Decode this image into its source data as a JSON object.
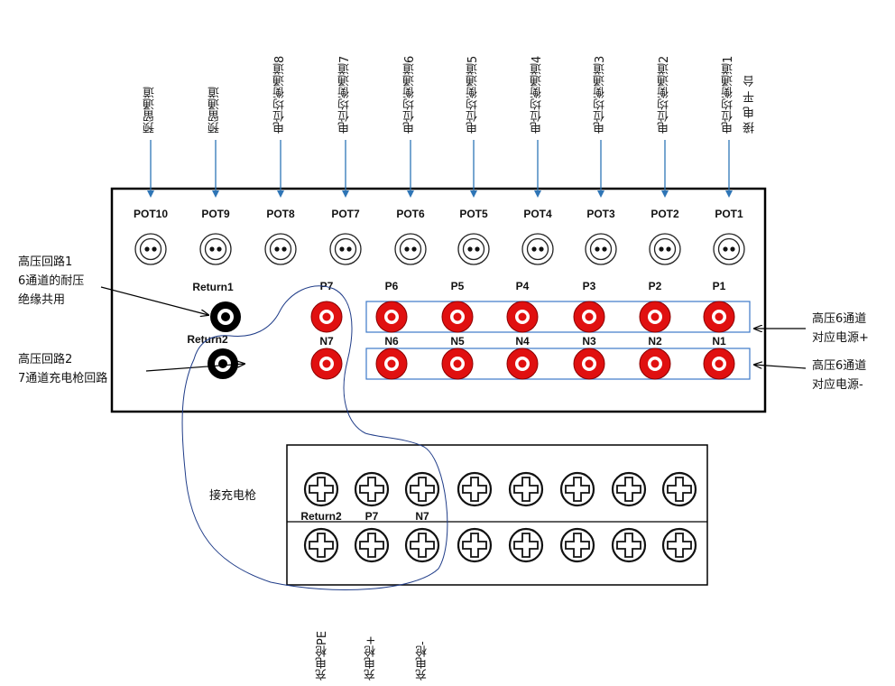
{
  "pot_channels": [
    {
      "label": "预留通道",
      "port": "POT10"
    },
    {
      "label": "预留通道",
      "port": "POT9"
    },
    {
      "label": "电位均衡通道8",
      "port": "POT8"
    },
    {
      "label": "电位均衡通道7",
      "port": "POT7"
    },
    {
      "label": "电位均衡通道6",
      "port": "POT6"
    },
    {
      "label": "电位均衡通道5",
      "port": "POT5"
    },
    {
      "label": "电位均衡通道4",
      "port": "POT4"
    },
    {
      "label": "电位均衡通道3",
      "port": "POT3"
    },
    {
      "label": "电位均衡通道2",
      "port": "POT2"
    },
    {
      "label": "电位均衡通道1",
      "port": "POT1",
      "label2": "接 电 平 台"
    }
  ],
  "return_terminals": {
    "return1": "Return1",
    "return2": "Return2"
  },
  "p_terminals": [
    "P7",
    "P6",
    "P5",
    "P4",
    "P3",
    "P2",
    "P1"
  ],
  "n_terminals": [
    "N7",
    "N6",
    "N5",
    "N4",
    "N3",
    "N2",
    "N1"
  ],
  "left_notes": {
    "hv1_line1": "高压回路1",
    "hv1_line2": "6通道的耐压",
    "hv1_line3": "绝缘共用",
    "hv2_line1": "高压回路2",
    "hv2_line2": "7通道充电枪回路"
  },
  "right_notes": {
    "plus_line1": "高压6通道",
    "plus_line2": "对应电源+",
    "minus_line1": "高压6通道",
    "minus_line2": "对应电源-"
  },
  "terminal_block": {
    "side_label": "接充电枪",
    "row_labels": [
      "Return2",
      "P7",
      "N7"
    ],
    "bottom_labels": [
      "充电枪PE",
      "充电枪+",
      "充电枪-"
    ]
  },
  "colors": {
    "arrow": "#2e75b6",
    "terminal_red": "#e01010",
    "box_blue": "#3c78c8",
    "wire": "#1f3c88"
  }
}
